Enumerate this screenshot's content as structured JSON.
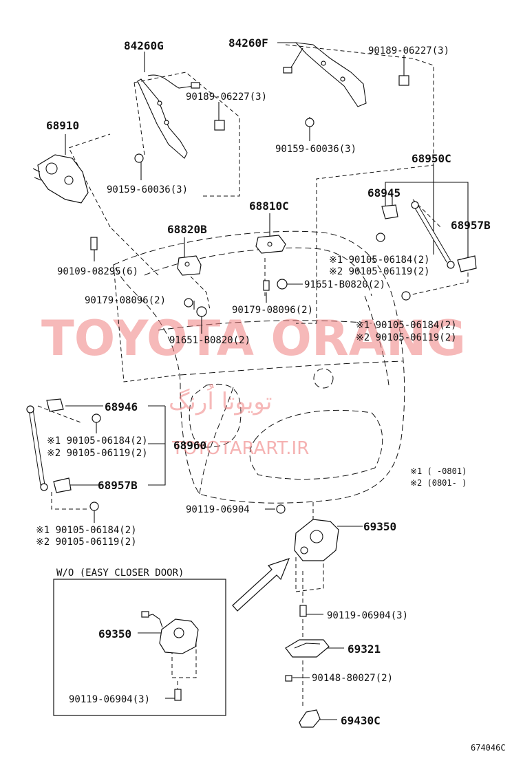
{
  "watermark": {
    "main": "TOYOTA ORANG",
    "persian": "تویوتا اُرنگ",
    "site": "TOYOTARART.IR"
  },
  "parts": {
    "p84260G": "84260G",
    "p84260F": "84260F",
    "p90189_a": "90189-06227(3)",
    "p90189_b": "90189-06227(3)",
    "p90159_a": "90159-60036(3)",
    "p90159_b": "90159-60036(3)",
    "p68910": "68910",
    "p68950C": "68950C",
    "p68945": "68945",
    "p68957B_r": "68957B",
    "p68810C": "68810C",
    "p68820B": "68820B",
    "p90109": "90109-08295(6)",
    "p90105_r1": "※1 90105-06184(2)",
    "p90105_r2": "※2 90105-06119(2)",
    "p91651_r": "91651-B0820(2)",
    "p90179_l": "90179-08096(2)",
    "p90179_r": "90179-08096(2)",
    "p90105_r3": "※1 90105-06184(2)",
    "p90105_r4": "※2 90105-06119(2)",
    "p91651_l": "91651-B0820(2)",
    "p68946": "68946",
    "p90105_l1": "※1 90105-06184(2)",
    "p90105_l2": "※2 90105-06119(2)",
    "p68960": "68960",
    "p68957B_l": "68957B",
    "p90105_l3": "※1 90105-06184(2)",
    "p90105_l4": "※2 90105-06119(2)",
    "p90119_a": "90119-06904",
    "p69350_a": "69350",
    "p90119_b": "90119-06904(3)",
    "p69321": "69321",
    "p90148": "90148-80027(2)",
    "p69430C": "69430C",
    "p69350_b": "69350",
    "p90119_c": "90119-06904(3)"
  },
  "notes": {
    "n1": "※1 (    -0801)",
    "n2": "※2 (0801-    )"
  },
  "inset_title": "W/O (EASY CLOSER DOOR)",
  "diagram_code": "674046C"
}
